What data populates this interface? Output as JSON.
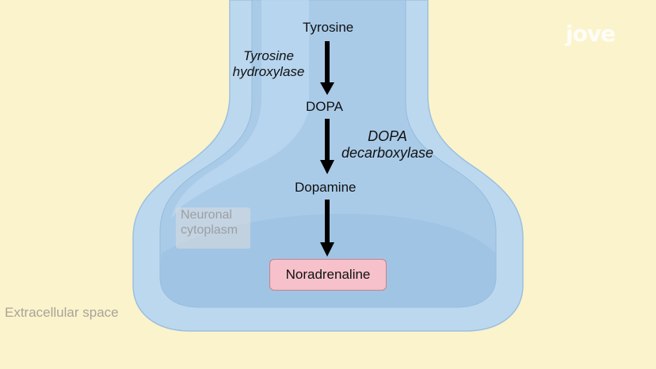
{
  "diagram": {
    "compounds": {
      "tyrosine": "Tyrosine",
      "dopa": "DOPA",
      "dopamine": "Dopamine",
      "noradrenaline": "Noradrenaline"
    },
    "enzymes": {
      "first": {
        "line1": "Tyrosine",
        "line2": "hydroxylase"
      },
      "second": {
        "line1": "DOPA",
        "line2": "decarboxylase"
      }
    },
    "regions": {
      "cytoplasm_line1": "Neuronal",
      "cytoplasm_line2": "cytoplasm",
      "extracellular": "Extracellular space"
    },
    "logo": "jove",
    "colors": {
      "background": "#fbf3cb",
      "neuron_outer": "#b9d6ee",
      "neuron_inner": "#a7c9e6",
      "noradrenaline_box": "#f6c1ca",
      "arrow": "#000000"
    }
  }
}
